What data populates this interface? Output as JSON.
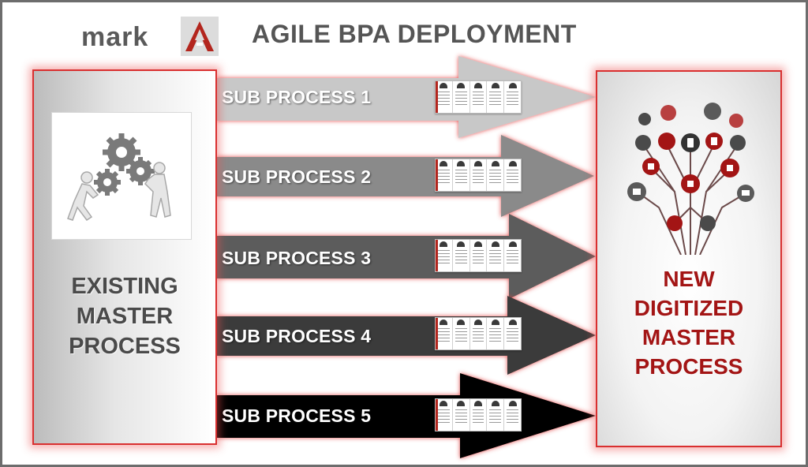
{
  "header": {
    "title": "AGILE BPA DEPLOYMENT",
    "logo_text": "mark"
  },
  "left_panel": {
    "label_lines": [
      "EXISTING",
      "MASTER",
      "PROCESS"
    ],
    "image_icon": "gears-figures-icon"
  },
  "right_panel": {
    "label_lines": [
      "NEW",
      "DIGITIZED",
      "MASTER",
      "PROCESS"
    ],
    "image_icon": "digital-tree-icon"
  },
  "sub_processes": [
    {
      "label": "SUB PROCESS 1",
      "color": "#c8c8c8"
    },
    {
      "label": "SUB PROCESS 2",
      "color": "#8a8a8a"
    },
    {
      "label": "SUB PROCESS 3",
      "color": "#5c5c5c"
    },
    {
      "label": "SUB PROCESS 4",
      "color": "#3a3a3a"
    },
    {
      "label": "SUB PROCESS 5",
      "color": "#050505"
    }
  ],
  "colors": {
    "accent_red": "#a31515",
    "glow_red": "#e23b3b",
    "title_gray": "#555555"
  }
}
